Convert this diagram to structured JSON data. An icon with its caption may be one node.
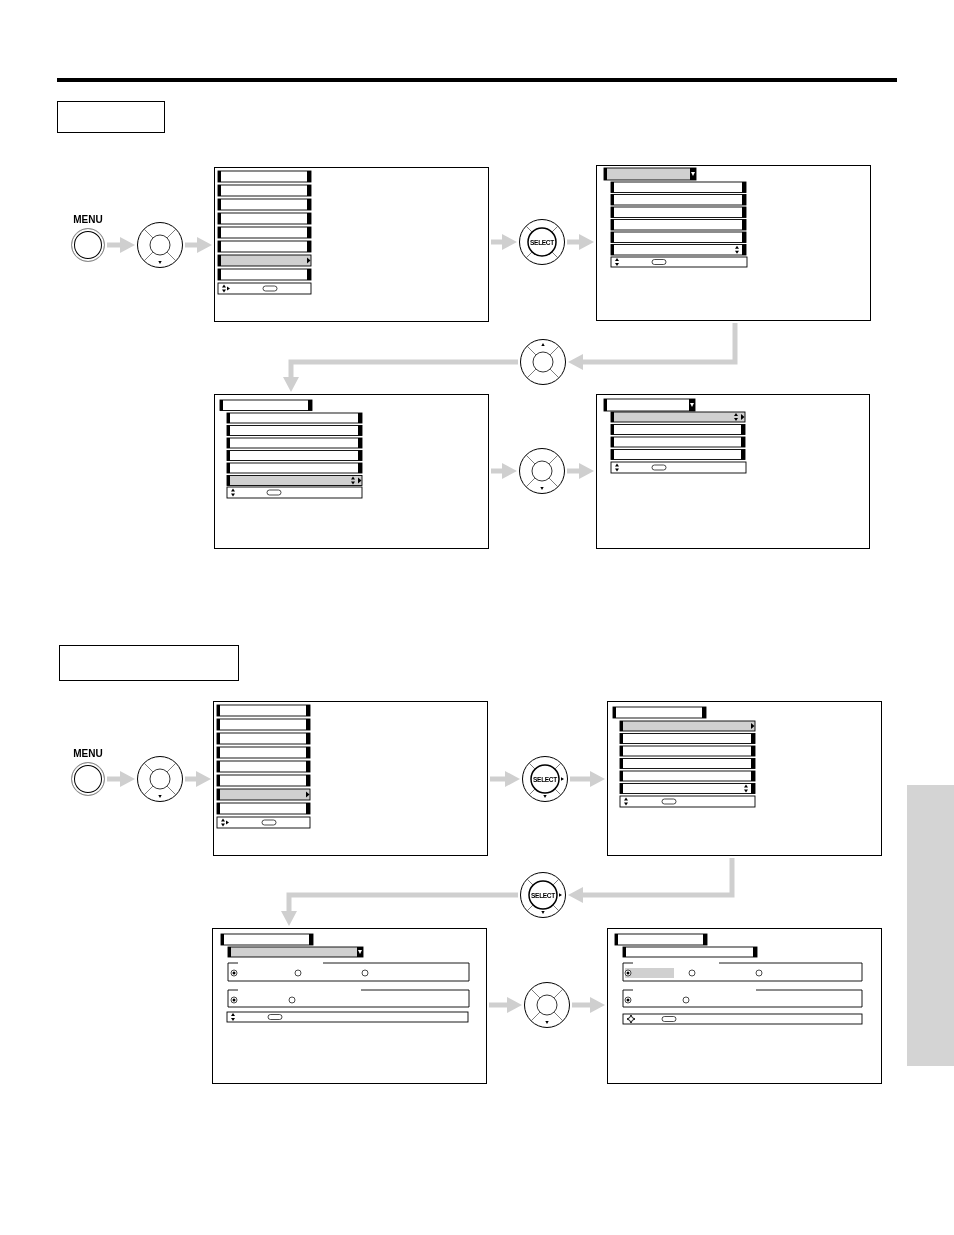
{
  "diagram": {
    "nodes": [
      {
        "text": [],
        "shape": "box"
      },
      {
        "text": [
          "MENU"
        ]
      },
      {
        "text": [],
        "shape": "circle"
      },
      {
        "text": [],
        "shape": "box"
      },
      {
        "text": [
          "SELECT"
        ]
      },
      {
        "text": [],
        "shape": "box"
      },
      {
        "text": [],
        "shape": "circle"
      },
      {
        "text": [],
        "shape": "box"
      },
      {
        "text": [],
        "shape": "circle"
      },
      {
        "text": [],
        "shape": "box"
      },
      {
        "text": [],
        "shape": "box"
      },
      {
        "text": [
          "MENU"
        ]
      },
      {
        "text": [],
        "shape": "circle"
      },
      {
        "text": [],
        "shape": "box"
      },
      {
        "text": [
          "SELECT"
        ]
      },
      {
        "text": [],
        "shape": "box"
      },
      {
        "text": [
          "SELECT"
        ]
      },
      {
        "text": [],
        "shape": "box"
      },
      {
        "text": [],
        "shape": "circle"
      },
      {
        "text": [],
        "shape": "box"
      },
      {
        "text": [],
        "shape": "bar"
      }
    ],
    "edges": [
      {
        "from": 1,
        "to": 2,
        "arrow": "to"
      },
      {
        "from": 2,
        "to": 3,
        "arrow": "to"
      },
      {
        "from": 3,
        "to": 4,
        "arrow": "to"
      },
      {
        "from": 4,
        "to": 5,
        "arrow": "to"
      },
      {
        "from": 5,
        "to": 6,
        "arrow": "to"
      },
      {
        "from": 6,
        "to": 7,
        "arrow": "to"
      },
      {
        "from": 7,
        "to": 8,
        "arrow": "to"
      },
      {
        "from": 8,
        "to": 9,
        "arrow": "to"
      },
      {
        "from": 11,
        "to": 12,
        "arrow": "to"
      },
      {
        "from": 12,
        "to": 13,
        "arrow": "to"
      },
      {
        "from": 13,
        "to": 14,
        "arrow": "to"
      },
      {
        "from": 14,
        "to": 15,
        "arrow": "to"
      },
      {
        "from": 15,
        "to": 16,
        "arrow": "to"
      },
      {
        "from": 16,
        "to": 17,
        "arrow": "to"
      },
      {
        "from": 17,
        "to": 18,
        "arrow": "to"
      },
      {
        "from": 18,
        "to": 19,
        "arrow": "to"
      }
    ]
  }
}
